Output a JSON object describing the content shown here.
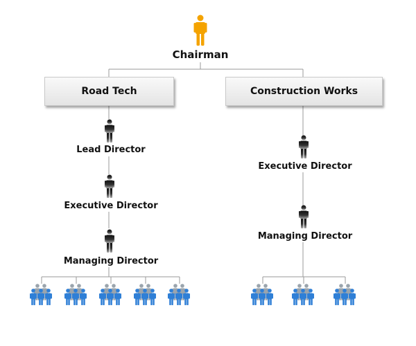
{
  "top": {
    "title": "Chairman",
    "icon": "chairman-person-icon",
    "color": "#F4A300"
  },
  "divisions": [
    {
      "name": "Road Tech",
      "roles": [
        "Lead Director",
        "Executive Director",
        "Managing Director"
      ],
      "teams": 5
    },
    {
      "name": "Construction Works",
      "roles": [
        "Executive Director",
        "Managing Director"
      ],
      "teams": 3
    }
  ],
  "colors": {
    "director": "#222222",
    "team": "#2f7fd6",
    "line": "#9a9a9a"
  }
}
